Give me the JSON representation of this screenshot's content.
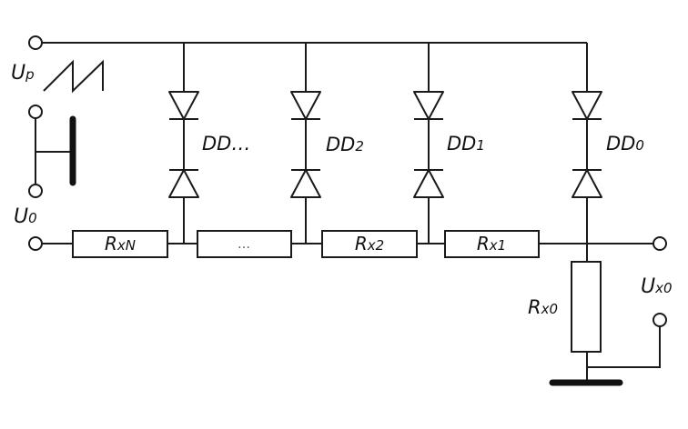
{
  "labels": {
    "up_main": "U",
    "up_sub": "p",
    "u0_main": "U",
    "u0_sub": "0",
    "ux0_main": "U",
    "ux0_sub": "x0",
    "rx0_main": "R",
    "rx0_sub": "x0"
  },
  "resistors": [
    {
      "main": "R",
      "sub": "xN"
    },
    {
      "main": "",
      "sub": "…"
    },
    {
      "main": "R",
      "sub": "x2"
    },
    {
      "main": "R",
      "sub": "x1"
    }
  ],
  "diodes": [
    {
      "main": "DD",
      "sub": "…"
    },
    {
      "main": "DD",
      "sub": "2"
    },
    {
      "main": "DD",
      "sub": "1"
    },
    {
      "main": "DD",
      "sub": "0"
    }
  ],
  "colors": {
    "ink": "#1a1a1a",
    "background": "#ffffff"
  }
}
